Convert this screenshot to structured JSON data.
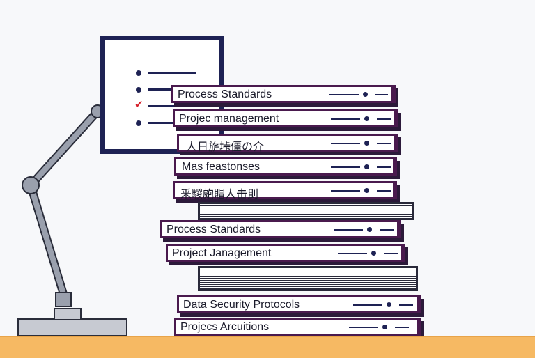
{
  "illustration": {
    "colors": {
      "background": "#f7f8fa",
      "desk": "#f6b963",
      "lamp": "#9aa0ad",
      "book_border": "#4a1a4e",
      "ink": "#1e2254",
      "check": "#d51f2a"
    },
    "checklist": {
      "rows": [
        {
          "marker": "bullet"
        },
        {
          "marker": "bullet"
        },
        {
          "marker": "check-icon"
        },
        {
          "marker": "bullet"
        }
      ]
    },
    "books": [
      {
        "title": "Process Standards"
      },
      {
        "title": "Projec management"
      },
      {
        "title": "人日旂垰僵の介"
      },
      {
        "title": "Mas feastonses"
      },
      {
        "title": "釆騣皰賵人击刞"
      },
      {
        "title": "Process Standards"
      },
      {
        "title": "Project Janagement"
      },
      {
        "title": "Data Security Protocols"
      },
      {
        "title": "Projecs Arcuitions"
      }
    ]
  }
}
